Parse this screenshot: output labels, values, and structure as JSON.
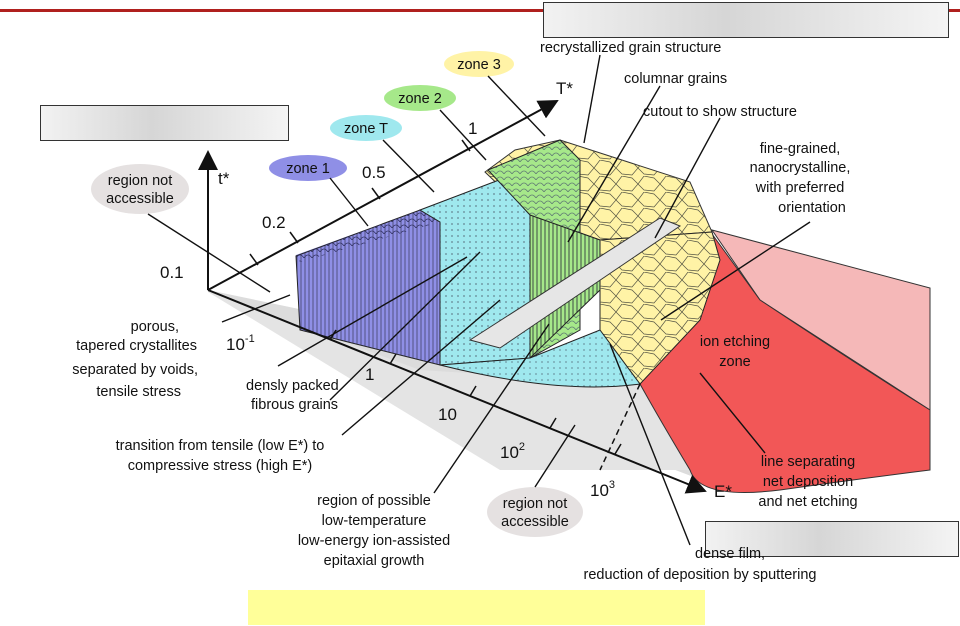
{
  "axes": {
    "t_star": "t*",
    "T_star": "T*",
    "E_star": "E*",
    "t_ticks": [
      "0.1",
      "0.2",
      "0.5",
      "1"
    ],
    "E_ticks": [
      "10",
      "1",
      "10",
      "10",
      "10"
    ],
    "E_exponents": [
      "-1",
      "",
      "",
      "2",
      "3"
    ]
  },
  "zones": {
    "zone1": "zone 1",
    "zoneT": "zone T",
    "zone2": "zone 2",
    "zone3": "zone 3",
    "ion_etching_1": "ion etching",
    "ion_etching_2": "zone"
  },
  "labels": {
    "recrystallized": "recrystallized grain structure",
    "columnar": "columnar grains",
    "cutout": "cutout to show structure",
    "fine_grained_1": "fine-grained,",
    "fine_grained_2": "nanocrystalline,",
    "fine_grained_3": "with preferred",
    "fine_grained_4": "orientation",
    "region_na_top_1": "region not",
    "region_na_top_2": "accessible",
    "porous_1": "porous,",
    "porous_2": "tapered crystallites",
    "porous_3": "separated by voids,",
    "porous_4": "tensile stress",
    "densly_1": "densly packed",
    "densly_2": "fibrous grains",
    "transition_1": "transition from tensile (low E*) to",
    "transition_2": "compressive stress (high E*)",
    "epitaxial_1": "region of possible",
    "epitaxial_2": "low-temperature",
    "epitaxial_3": "low-energy ion-assisted",
    "epitaxial_4": "epitaxial growth",
    "region_na_bottom_1": "region not",
    "region_na_bottom_2": "accessible",
    "line_sep_1": "line separating",
    "line_sep_2": "net deposition",
    "line_sep_3": "and net etching",
    "dense_1": "dense film,",
    "dense_2": "reduction of deposition by sputtering"
  },
  "colors": {
    "accent_line": "#b0201e",
    "zone1": "#8f8fe6",
    "zoneT": "#9fe8ee",
    "zone2": "#a6e88a",
    "zone3": "#fff3a6",
    "etching": "#f25757",
    "highlight": "#ffff99"
  }
}
